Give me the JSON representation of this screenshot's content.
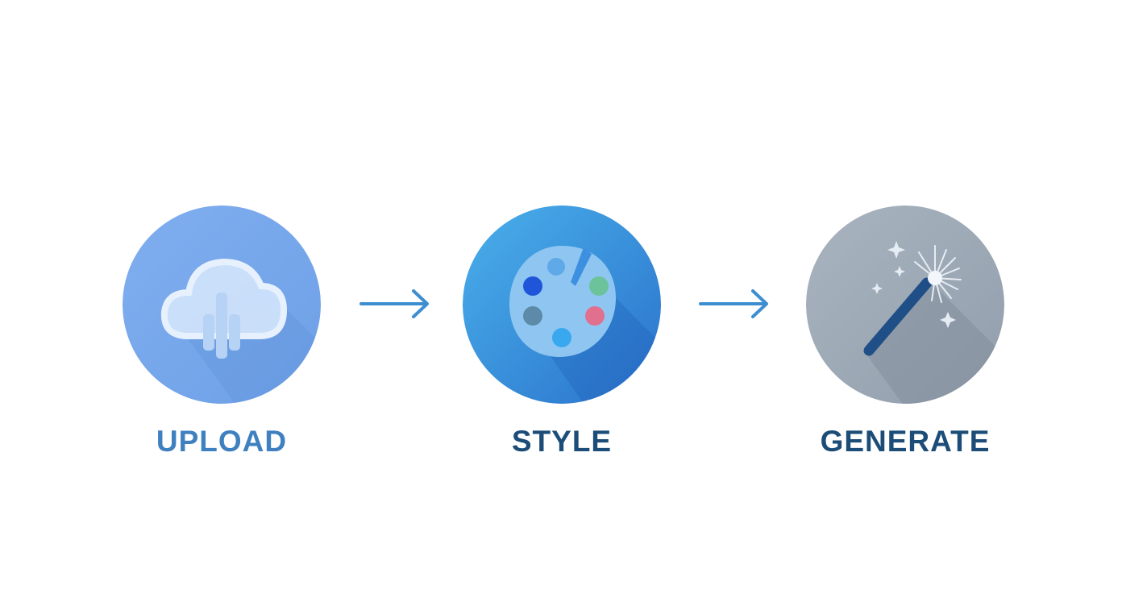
{
  "steps": [
    {
      "label": "UPLOAD",
      "icon": "cloud-upload-icon",
      "circle_color": "#7aa9ec",
      "label_color": "#3f80c0"
    },
    {
      "label": "STYLE",
      "icon": "palette-icon",
      "circle_color": "#3d8fe0",
      "label_color": "#1b4d78"
    },
    {
      "label": "GENERATE",
      "icon": "magic-wand-icon",
      "circle_color": "#9ba7b5",
      "label_color": "#1b4d78"
    }
  ],
  "connectors": [
    {
      "icon": "arrow-right-icon",
      "color": "#3d8ed0"
    },
    {
      "icon": "arrow-right-icon",
      "color": "#3d8ed0"
    }
  ]
}
